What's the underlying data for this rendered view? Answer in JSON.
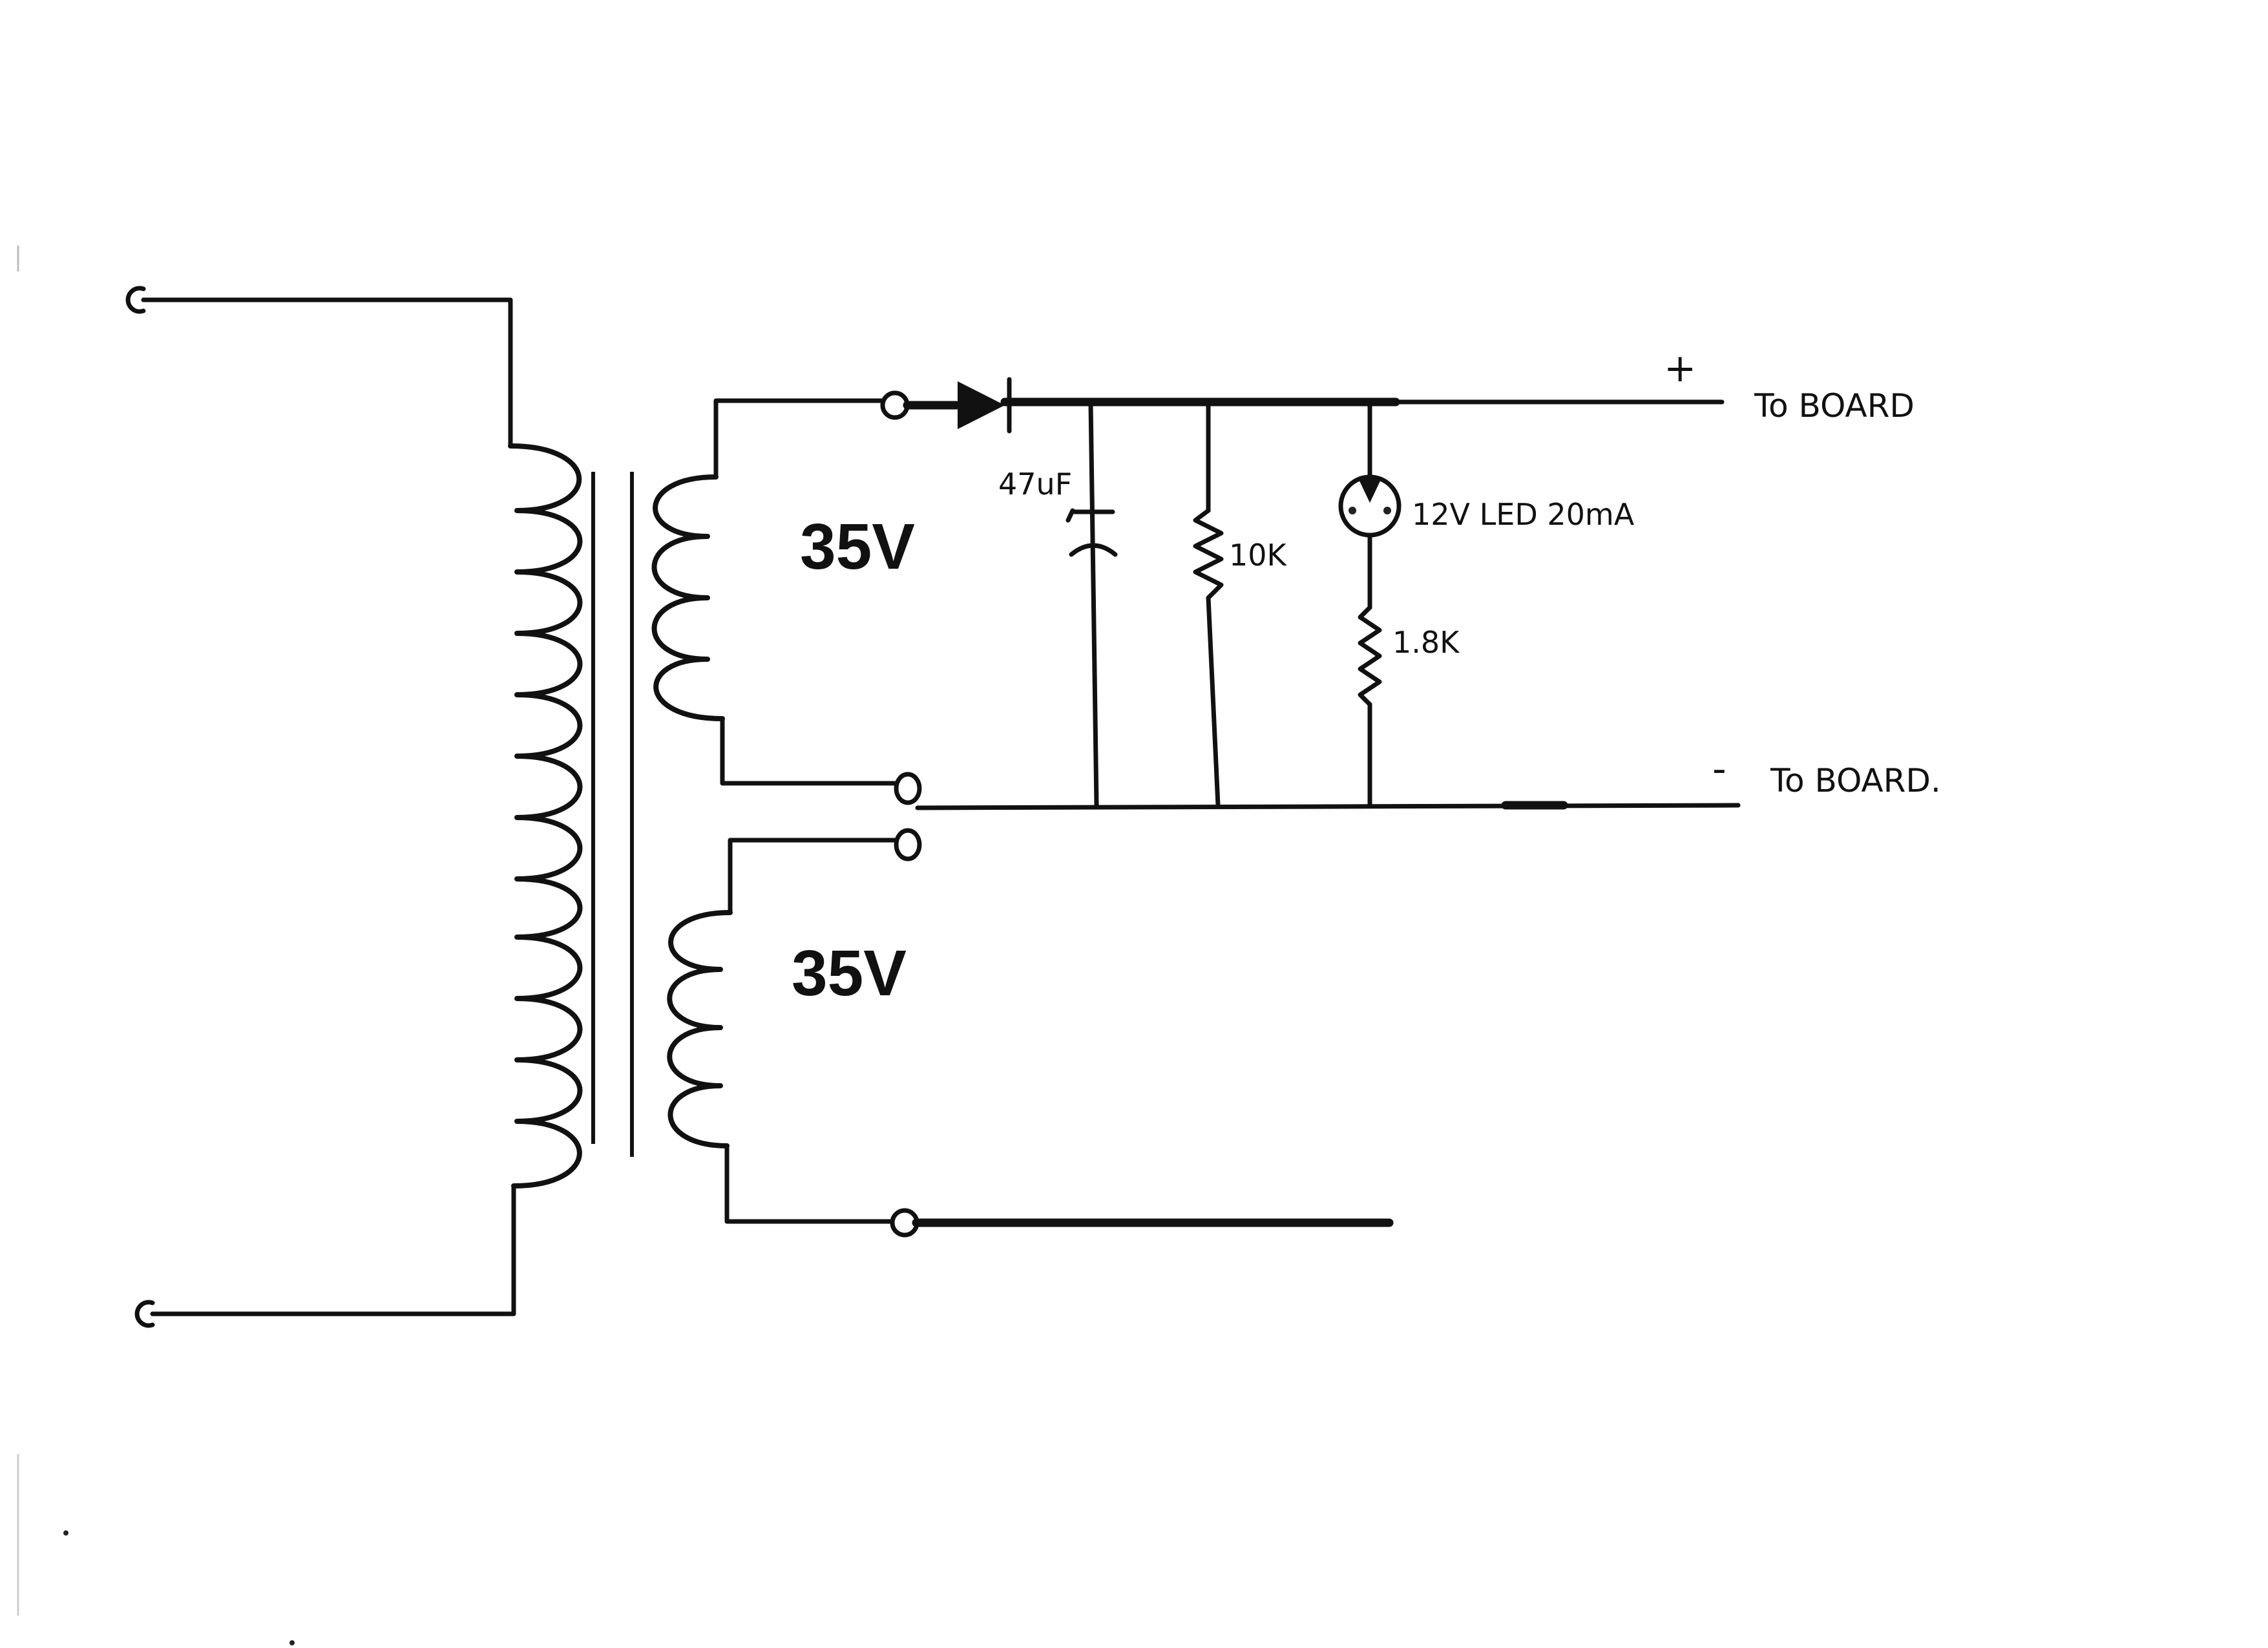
{
  "labels": {
    "upper_voltage": "35V",
    "lower_voltage": "35V",
    "capacitor": "47uF",
    "resistor_1": "10K",
    "led": "12V LED 20mA",
    "resistor_2": "1.8K",
    "plus_sign": "+",
    "minus_sign": "-",
    "plus_to_board": "To BOARD",
    "minus_to_board": "To BOARD."
  }
}
